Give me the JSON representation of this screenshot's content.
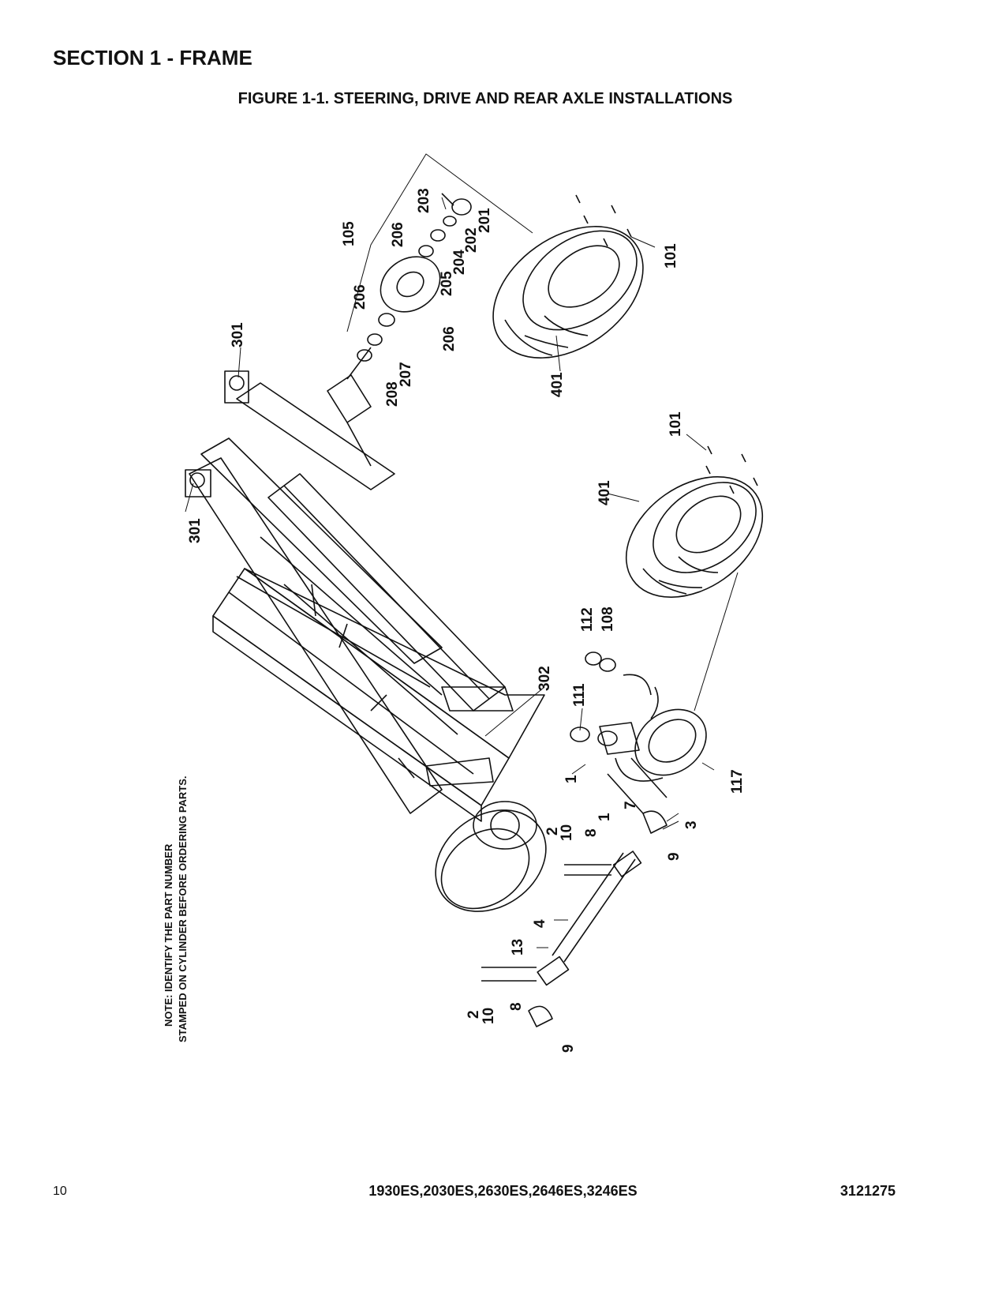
{
  "header": {
    "section_title": "SECTION 1 - FRAME",
    "figure_title": "FIGURE 1-1. STEERING, DRIVE AND REAR AXLE INSTALLATIONS"
  },
  "note": {
    "line1": "NOTE: IDENTIFY THE PART NUMBER",
    "line2": "STAMPED ON CYLINDER BEFORE ORDERING PARTS."
  },
  "callouts": {
    "c105": "105",
    "c203": "203",
    "c206a": "206",
    "c201": "201",
    "c202": "202",
    "c204": "204",
    "c205": "205",
    "c206b": "206",
    "c206c": "206",
    "c207": "207",
    "c208": "208",
    "c301a": "301",
    "c301b": "301",
    "c101a": "101",
    "c101b": "101",
    "c401a": "401",
    "c401b": "401",
    "c112": "112",
    "c108": "108",
    "c111": "111",
    "c302": "302",
    "c117": "117",
    "c1a": "1",
    "c1b": "1",
    "c7": "7",
    "c3": "3",
    "c9a": "9",
    "c9b": "9",
    "c2a": "2",
    "c10a": "10",
    "c8a": "8",
    "c4": "4",
    "c13": "13",
    "c2b": "2",
    "c10b": "10",
    "c8b": "8"
  },
  "footer": {
    "page_number": "10",
    "models": "1930ES,2030ES,2630ES,2646ES,3246ES",
    "doc_number": "3121275"
  }
}
